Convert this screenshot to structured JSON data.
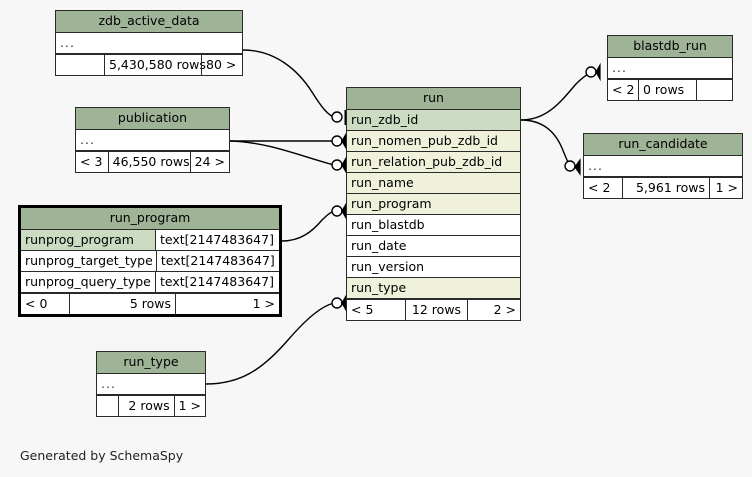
{
  "diagram": {
    "title": "run",
    "generator_note": "Generated by SchemaSpy",
    "background_color": "#f7f7f7",
    "header_color": "#9fb396",
    "pk_color": "#cbdcc2",
    "fk_color": "#f0f1da",
    "border_color": "#2a2a2a",
    "ellipsis": "..."
  },
  "tables": {
    "zdb_active_data": {
      "name": "zdb_active_data",
      "collapsed_marker": "...",
      "footer": {
        "left": "",
        "middle": "5,430,580 rows",
        "right": "80 >"
      }
    },
    "publication": {
      "name": "publication",
      "collapsed_marker": "...",
      "footer": {
        "left": "< 3",
        "middle": "46,550 rows",
        "right": "24 >"
      }
    },
    "run_program": {
      "name": "run_program",
      "columns": [
        {
          "name": "runprog_program",
          "type": "text[2147483647]",
          "style": "pk"
        },
        {
          "name": "runprog_target_type",
          "type": "text[2147483647]",
          "style": "plain"
        },
        {
          "name": "runprog_query_type",
          "type": "text[2147483647]",
          "style": "plain"
        }
      ],
      "footer": {
        "left": "< 0",
        "middle": "5 rows",
        "right": "1 >"
      }
    },
    "run_type": {
      "name": "run_type",
      "collapsed_marker": "...",
      "footer": {
        "left": "",
        "middle": "2 rows",
        "right": "1 >"
      }
    },
    "run": {
      "name": "run",
      "columns": [
        {
          "name": "run_zdb_id",
          "style": "pk"
        },
        {
          "name": "run_nomen_pub_zdb_id",
          "style": "fk"
        },
        {
          "name": "run_relation_pub_zdb_id",
          "style": "fk"
        },
        {
          "name": "run_name",
          "style": "fk"
        },
        {
          "name": "run_program",
          "style": "fk"
        },
        {
          "name": "run_blastdb",
          "style": "plain"
        },
        {
          "name": "run_date",
          "style": "plain"
        },
        {
          "name": "run_version",
          "style": "plain"
        },
        {
          "name": "run_type",
          "style": "fk"
        }
      ],
      "footer": {
        "left": "< 5",
        "middle": "12 rows",
        "right": "2 >"
      }
    },
    "blastdb_run": {
      "name": "blastdb_run",
      "collapsed_marker": "...",
      "footer": {
        "left": "< 2",
        "middle": "0 rows",
        "right": ""
      }
    },
    "run_candidate": {
      "name": "run_candidate",
      "collapsed_marker": "...",
      "footer": {
        "left": "< 2",
        "middle": "5,961 rows",
        "right": "1 >"
      }
    }
  },
  "relationships": [
    {
      "from": "zdb_active_data",
      "to": "run.run_zdb_id"
    },
    {
      "from": "publication",
      "to": "run.run_nomen_pub_zdb_id"
    },
    {
      "from": "publication",
      "to": "run.run_relation_pub_zdb_id"
    },
    {
      "from": "run_program",
      "to": "run.run_program"
    },
    {
      "from": "run_type",
      "to": "run.run_type"
    },
    {
      "from": "run.run_zdb_id",
      "to": "blastdb_run"
    },
    {
      "from": "run.run_zdb_id",
      "to": "run_candidate"
    }
  ]
}
